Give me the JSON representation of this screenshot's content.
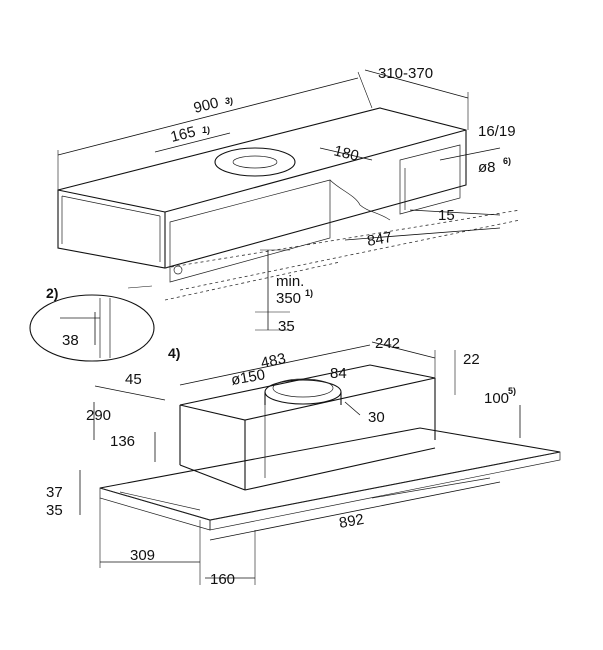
{
  "top_view": {
    "dims": {
      "width_900": "900",
      "width_900_note": "3)",
      "depth_310_370": "310-370",
      "offset_165": "165",
      "offset_165_note": "1)",
      "duct_180": "180",
      "side_16_19": "16/19",
      "hole_o8": "ø8",
      "hole_o8_note": "6)",
      "side_15": "15",
      "length_847": "847",
      "min_label": "min.",
      "min_350": "350",
      "min_350_note": "1)",
      "bottom_35": "35"
    },
    "detail_label": "2)",
    "detail_dim_38": "38"
  },
  "bottom_view": {
    "note_4": "4)",
    "dims": {
      "width_483": "483",
      "depth_242": "242",
      "side_22": "22",
      "off_45": "45",
      "dia_150": "ø150",
      "off_84": "84",
      "off_30": "30",
      "height_100": "100",
      "height_100_note": "5)",
      "h_290": "290",
      "h_136": "136",
      "h_37": "37",
      "h_35": "35",
      "width_892": "892",
      "w_309": "309",
      "w_160": "160"
    }
  }
}
